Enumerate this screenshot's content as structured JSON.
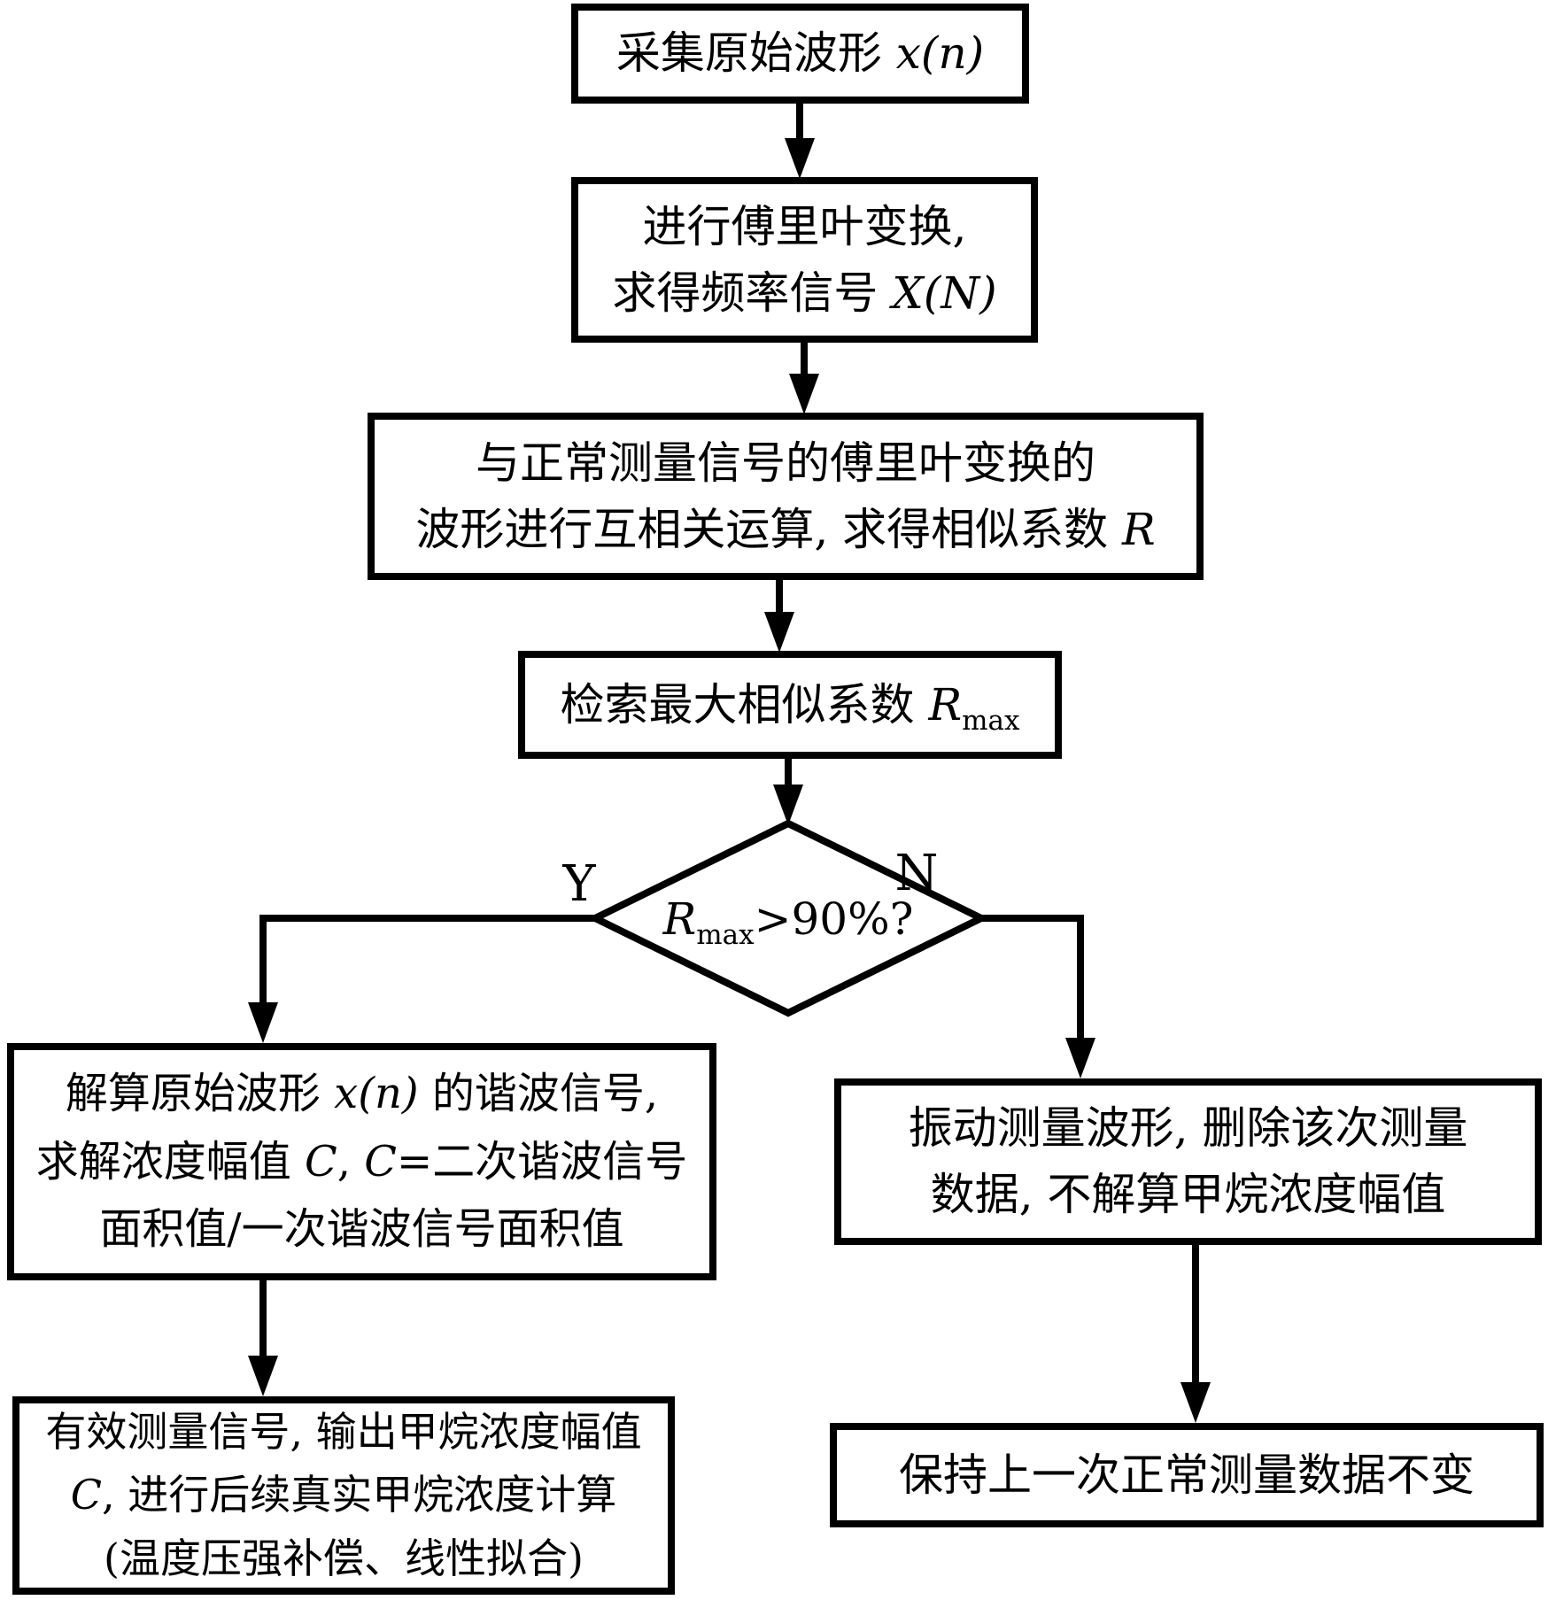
{
  "nodes": {
    "acquire": {
      "pre": "采集原始波形 ",
      "math": "x(n)"
    },
    "fourier": {
      "line1": "进行傅里叶变换,",
      "line2_pre": "求得频率信号 ",
      "line2_math": "X(N)"
    },
    "xcorr": {
      "line1": "与正常测量信号的傅里叶变换的",
      "line2_pre": "波形进行互相关运算, 求得相似系数 ",
      "line2_math": "R"
    },
    "search": {
      "pre": "检索最大相似系数 ",
      "math": "R",
      "sub": "max"
    },
    "decision": {
      "math": "R",
      "sub": "max",
      "post": ">90%?"
    },
    "branch_yes": "Y",
    "branch_no": "N",
    "harmonics": {
      "line1_pre": "解算原始波形 ",
      "line1_math": "x(n)",
      "line1_post": " 的谐波信号,",
      "line2_pre": "求解浓度幅值 ",
      "line2_math1": "C",
      "line2_mid": ", ",
      "line2_math2": "C",
      "line2_post": "=二次谐波信号",
      "line3": "面积值/一次谐波信号面积值"
    },
    "valid": {
      "line1": "有效测量信号, 输出甲烷浓度幅值",
      "line2_math": "C",
      "line2_post": ", 进行后续真实甲烷浓度计算",
      "line3": "(温度压强补偿、线性拟合)"
    },
    "vibration": {
      "line1": "振动测量波形, 删除该次测量",
      "line2": "数据, 不解算甲烷浓度幅值"
    },
    "keep": {
      "line1": "保持上一次正常测量数据不变"
    }
  },
  "colors": {
    "stroke": "#000000",
    "background": "#ffffff"
  }
}
